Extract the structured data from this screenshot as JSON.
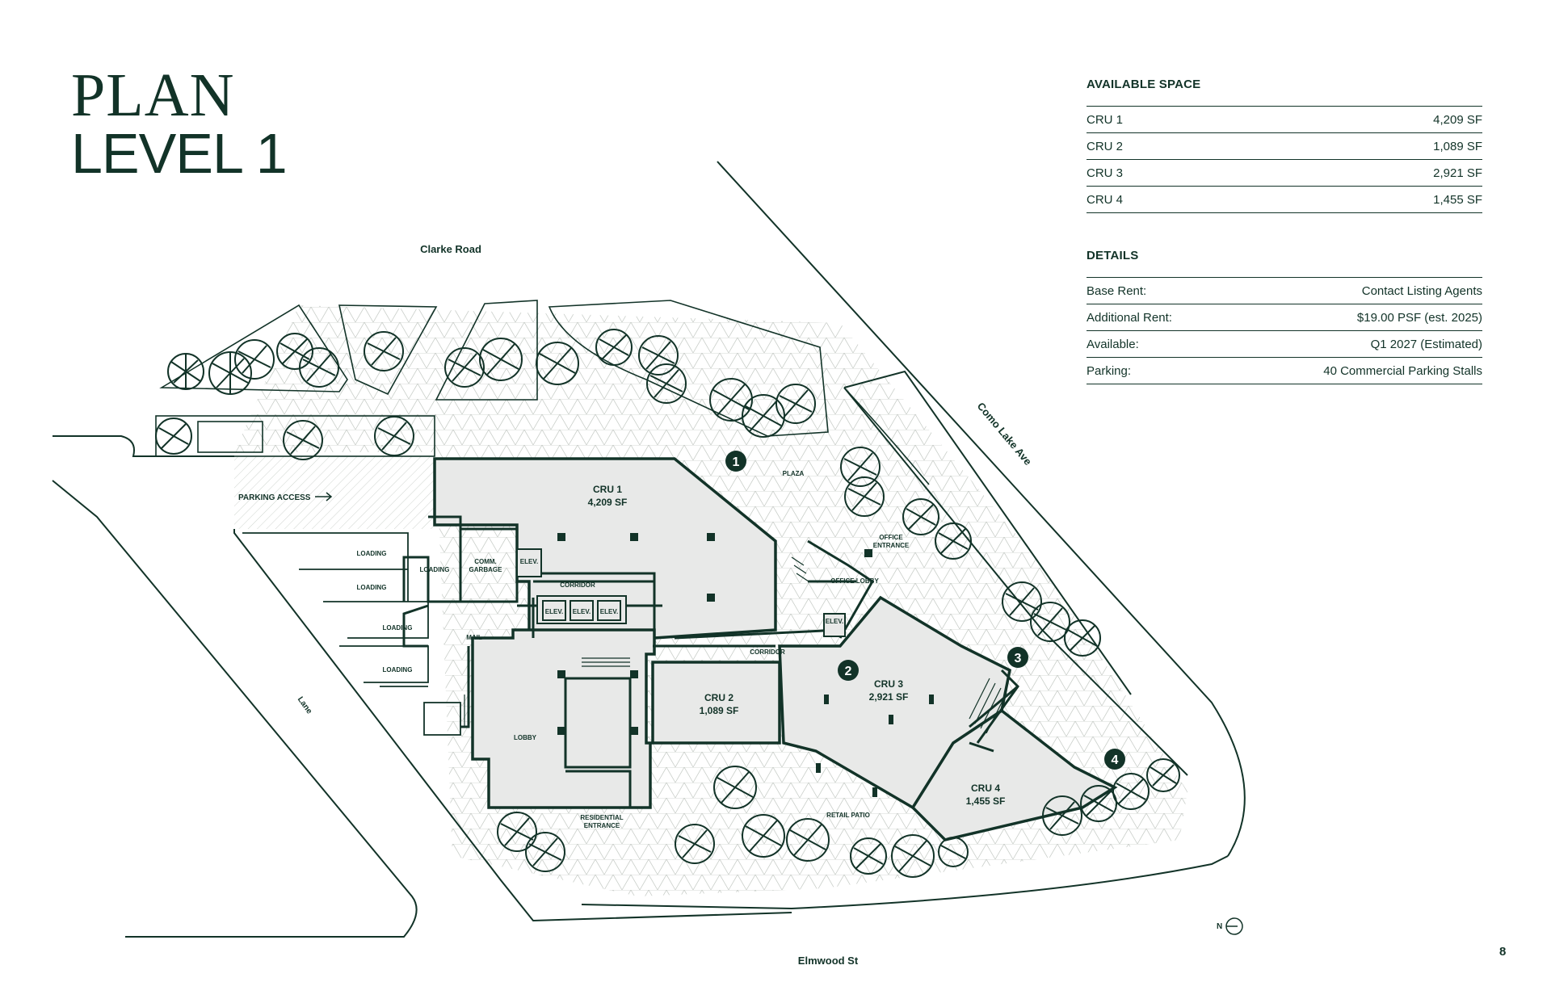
{
  "title": {
    "line1": "PLAN",
    "line2": "LEVEL 1"
  },
  "available_space": {
    "heading": "AVAILABLE SPACE",
    "rows": [
      {
        "label": "CRU 1",
        "value": "4,209 SF"
      },
      {
        "label": "CRU 2",
        "value": "1,089 SF"
      },
      {
        "label": "CRU 3",
        "value": "2,921 SF"
      },
      {
        "label": "CRU 4",
        "value": "1,455 SF"
      }
    ]
  },
  "details": {
    "heading": "DETAILS",
    "rows": [
      {
        "label": "Base Rent:",
        "value": "Contact Listing Agents"
      },
      {
        "label": "Additional Rent:",
        "value": "$19.00 PSF (est. 2025)"
      },
      {
        "label": "Available:",
        "value": "Q1 2027 (Estimated)"
      },
      {
        "label": "Parking:",
        "value": "40 Commercial Parking Stalls"
      }
    ]
  },
  "streets": {
    "north": "Clarke Road",
    "east": "Como Lake Ave",
    "south": "Elmwood St",
    "west": "Lane"
  },
  "units": [
    {
      "num": "1",
      "name": "CRU 1",
      "area": "4,209 SF"
    },
    {
      "num": "2",
      "name": "CRU 2",
      "area": "1,089 SF"
    },
    {
      "num": "3",
      "name": "CRU 3",
      "area": "2,921 SF"
    },
    {
      "num": "4",
      "name": "CRU 4",
      "area": "1,455 SF"
    }
  ],
  "labels": {
    "parking_access": "PARKING ACCESS",
    "loading": "LOADING",
    "comm_garbage_1": "COMM.",
    "comm_garbage_2": "GARBAGE",
    "elev": "ELEV.",
    "corridor": "CORRIDOR",
    "mail": "MAIL",
    "lobby": "LOBBY",
    "residential_entrance_1": "RESIDENTIAL",
    "residential_entrance_2": "ENTRANCE",
    "office_entrance_1": "OFFICE",
    "office_entrance_2": "ENTRANCE",
    "office_lobby": "OFFICE LOBBY",
    "plaza": "PLAZA",
    "retail_patio": "RETAIL PATIO"
  },
  "north_arrow": "N",
  "page_number": "8",
  "colors": {
    "ink": "#123328",
    "floor": "#e8e9e8",
    "ground": "#f1f2f1"
  }
}
